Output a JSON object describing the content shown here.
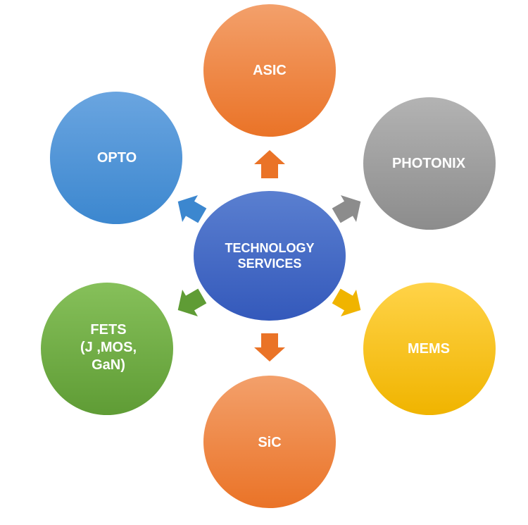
{
  "diagram": {
    "center": {
      "label": "TECHNOLOGY\nSERVICES",
      "color_top": "#5a7fd0",
      "color_bottom": "#3459bb"
    },
    "nodes": [
      {
        "id": "asic",
        "label": "ASIC",
        "color_top": "#f3a06b",
        "color_bottom": "#ea7327"
      },
      {
        "id": "photonix",
        "label": "PHOTONIX",
        "color_top": "#b3b3b3",
        "color_bottom": "#8c8c8c"
      },
      {
        "id": "mems",
        "label": "MEMS",
        "color_top": "#ffd348",
        "color_bottom": "#f0b400"
      },
      {
        "id": "sic",
        "label": "SiC",
        "color_top": "#f3a06b",
        "color_bottom": "#ea7327"
      },
      {
        "id": "fets",
        "label": "FETS\n(J ,MOS,\nGaN)",
        "color_top": "#86c05a",
        "color_bottom": "#5f9c35"
      },
      {
        "id": "opto",
        "label": "OPTO",
        "color_top": "#6aa5e0",
        "color_bottom": "#3c87cf"
      }
    ]
  }
}
